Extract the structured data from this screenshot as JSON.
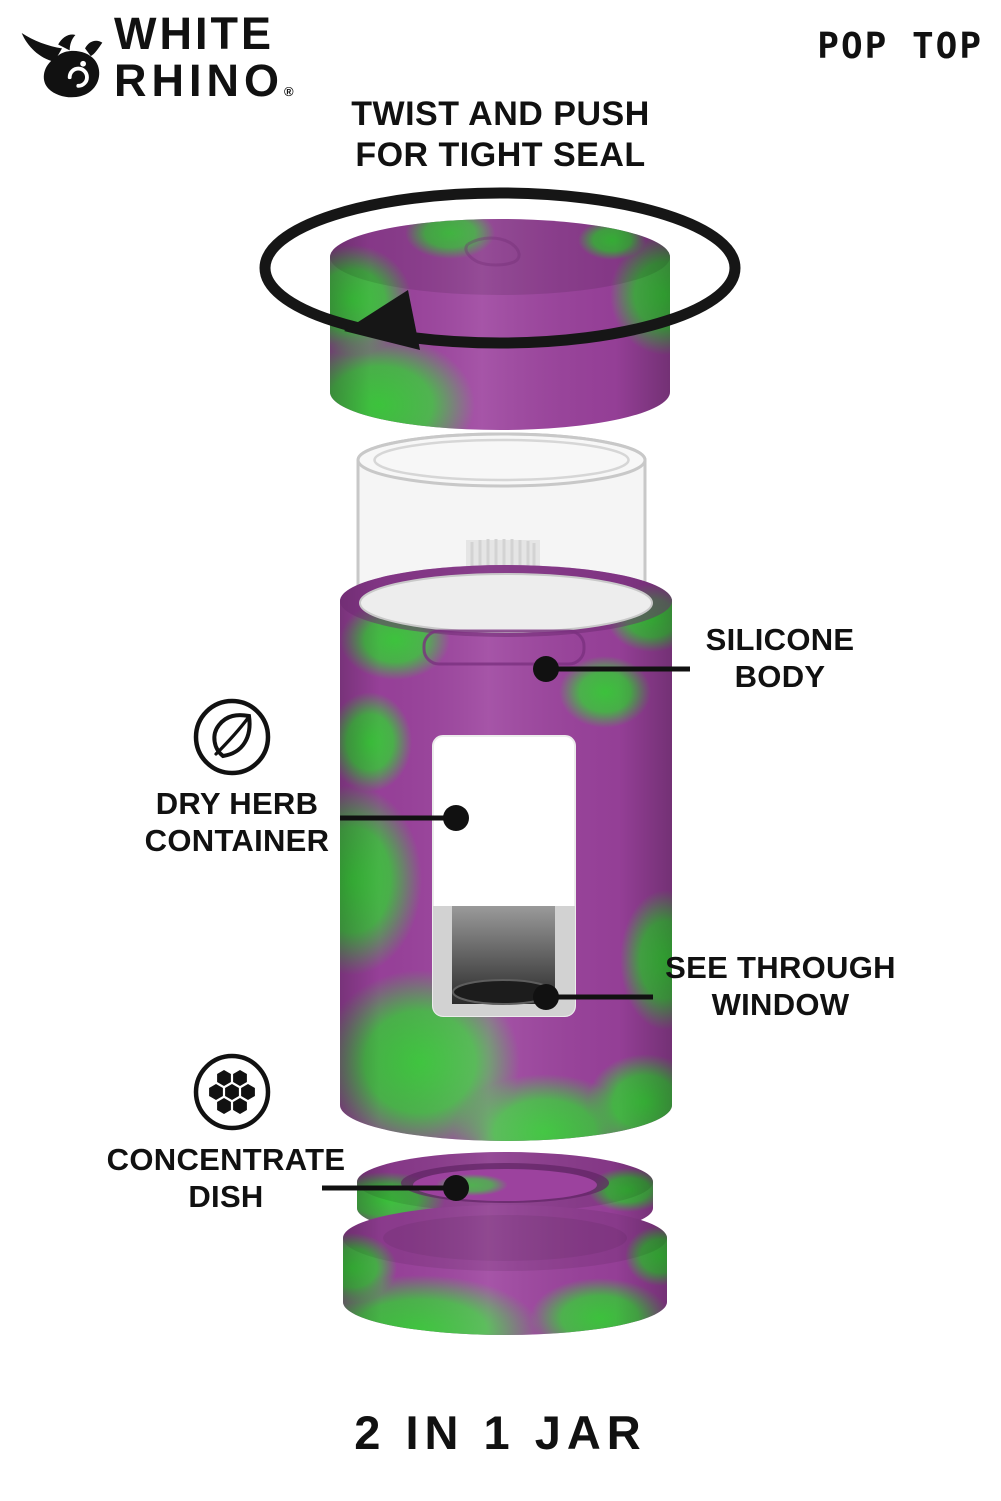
{
  "brand": {
    "line1": "WHITE",
    "line2": "RHINO",
    "registered": "®",
    "icon": "rhino-head-icon"
  },
  "header": {
    "product_title": "POP TOP"
  },
  "instruction": {
    "line1": "TWIST AND PUSH",
    "line2": "FOR TIGHT SEAL"
  },
  "callouts": [
    {
      "id": "silicone-body",
      "line1": "SILICONE",
      "line2": "BODY"
    },
    {
      "id": "dry-herb-container",
      "line1": "DRY HERB",
      "line2": "CONTAINER",
      "icon": "leaf-icon"
    },
    {
      "id": "see-through-window",
      "line1": "SEE THROUGH",
      "line2": "WINDOW"
    },
    {
      "id": "concentrate-dish",
      "line1": "CONCENTRATE",
      "line2": "DISH",
      "icon": "honeycomb-icon"
    }
  ],
  "footer": {
    "tagline": "2 IN 1 JAR"
  },
  "colors": {
    "silicone_purple": "#9c429e",
    "silicone_purple_dark": "#6f2a74",
    "silicone_green": "#3ecb3e",
    "line_black": "#111111",
    "glass_gray": "#c8c8c8",
    "background": "#ffffff"
  }
}
